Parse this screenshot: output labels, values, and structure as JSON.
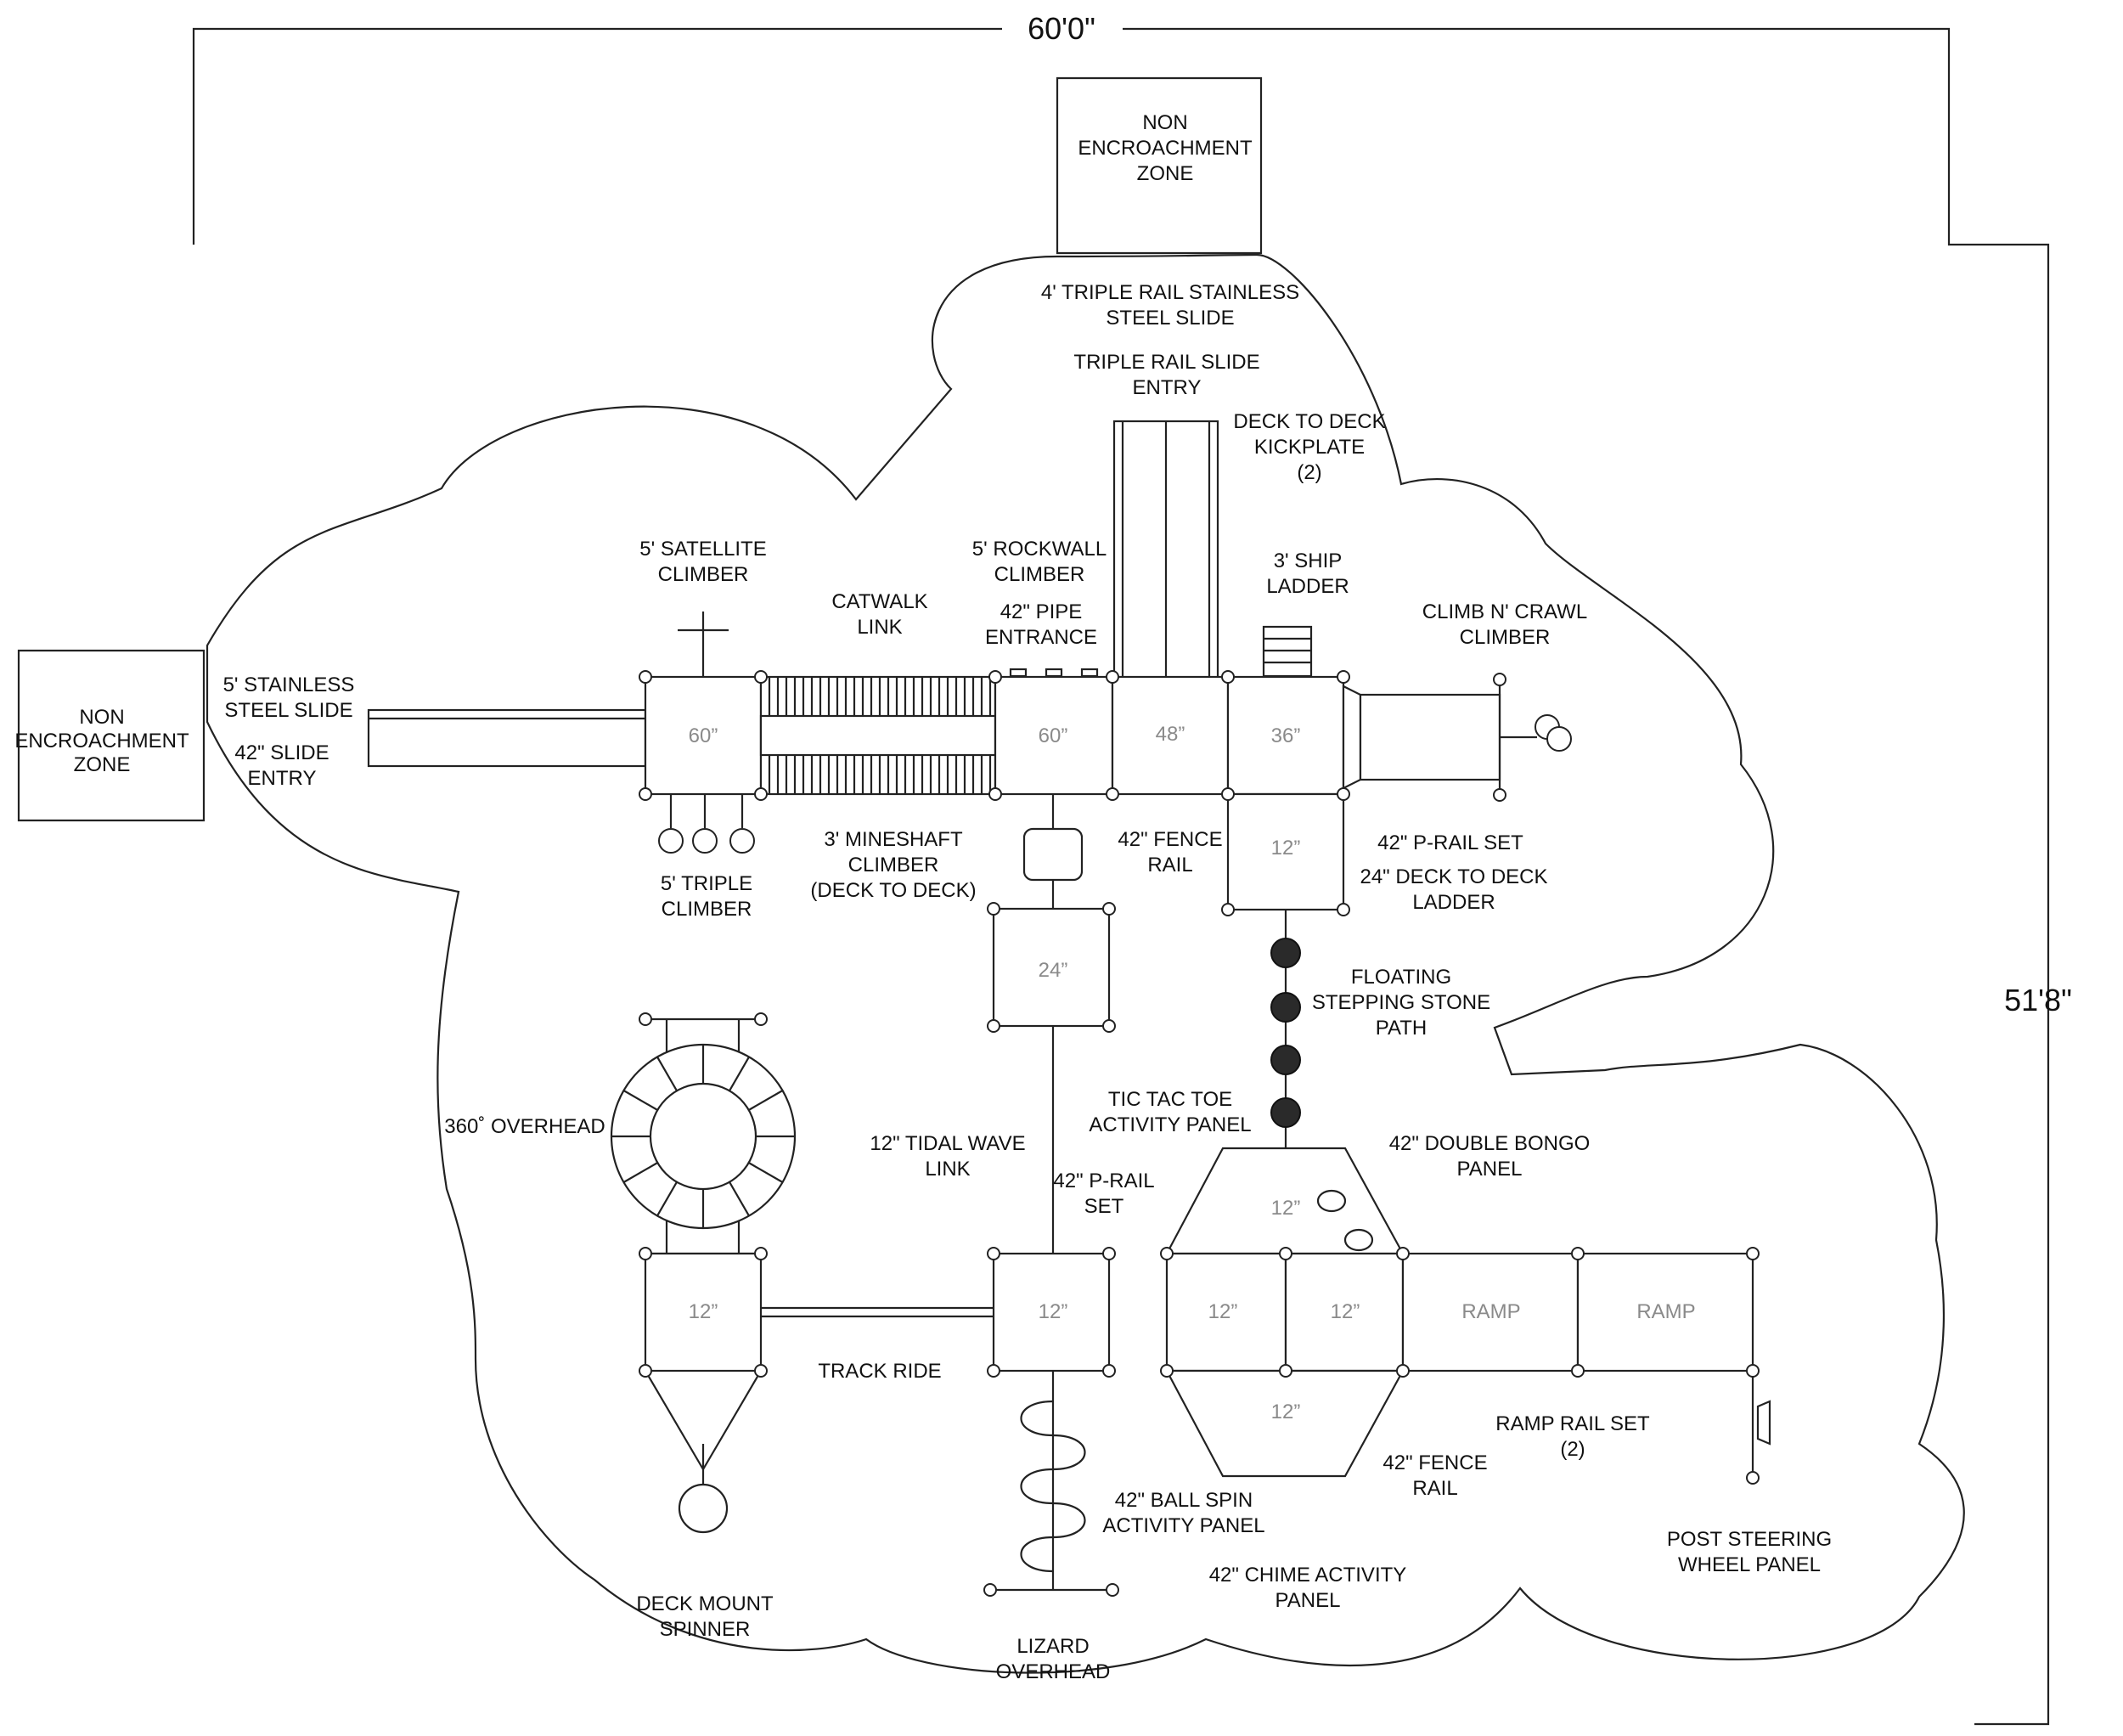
{
  "dimensions": {
    "width": "60'0\"",
    "height": "51'8\""
  },
  "zones": {
    "top": [
      "NON",
      "ENCROACHMENT",
      "ZONE"
    ],
    "left": [
      "NON",
      "ENCROACHMENT",
      "ZONE"
    ]
  },
  "labels": {
    "triple_rail_slide": [
      "4' TRIPLE RAIL STAINLESS",
      "STEEL SLIDE"
    ],
    "triple_rail_entry": [
      "TRIPLE RAIL SLIDE",
      "ENTRY"
    ],
    "deck_kickplate": [
      "DECK TO DECK",
      "KICKPLATE",
      "(2)"
    ],
    "satellite_climber": [
      "5' SATELLITE",
      "CLIMBER"
    ],
    "rockwall_climber": [
      "5' ROCKWALL",
      "CLIMBER"
    ],
    "ship_ladder": [
      "3' SHIP",
      "LADDER"
    ],
    "catwalk_link": [
      "CATWALK",
      "LINK"
    ],
    "pipe_entrance": [
      "42\" PIPE",
      "ENTRANCE"
    ],
    "climb_crawl": [
      "CLIMB N' CRAWL",
      "CLIMBER"
    ],
    "stainless_slide": [
      "5' STAINLESS",
      "STEEL SLIDE"
    ],
    "slide_entry": [
      "42\" SLIDE",
      "ENTRY"
    ],
    "mineshaft": [
      "3' MINESHAFT",
      "CLIMBER",
      "(DECK TO DECK)"
    ],
    "fence_rail_top": [
      "42\" FENCE",
      "RAIL"
    ],
    "p_rail_set_top": [
      "42\" P-RAIL SET"
    ],
    "deck_ladder": [
      "24\" DECK TO DECK",
      "LADDER"
    ],
    "triple_climber": [
      "5' TRIPLE",
      "CLIMBER"
    ],
    "stepping_stone": [
      "FLOATING",
      "STEPPING STONE",
      "PATH"
    ],
    "overhead_360": [
      "360˚ OVERHEAD"
    ],
    "tic_tac_toe": [
      "TIC TAC TOE",
      "ACTIVITY PANEL"
    ],
    "double_bongo": [
      "42\" DOUBLE BONGO",
      "PANEL"
    ],
    "tidal_wave": [
      "12\" TIDAL WAVE",
      "LINK"
    ],
    "p_rail_set_mid": [
      "42\" P-RAIL",
      "SET"
    ],
    "track_ride": [
      "TRACK RIDE"
    ],
    "ramp_rail_set": [
      "RAMP RAIL SET",
      "(2)"
    ],
    "fence_rail_bottom": [
      "42\" FENCE",
      "RAIL"
    ],
    "ball_spin": [
      "42\" BALL SPIN",
      "ACTIVITY PANEL"
    ],
    "post_steering": [
      "POST STEERING",
      "WHEEL PANEL"
    ],
    "chime_panel": [
      "42\" CHIME ACTIVITY",
      "PANEL"
    ],
    "deck_spinner": [
      "DECK MOUNT",
      "SPINNER"
    ],
    "lizard_overhead": [
      "LIZARD",
      "OVERHEAD"
    ]
  },
  "decks": {
    "d60a": "60”",
    "d60b": "60”",
    "d48": "48”",
    "d36": "36”",
    "d12_right": "12”",
    "d24": "24”",
    "d12_hex_top": "12”",
    "d12_left": "12”",
    "d12_mid": "12”",
    "d12_hex_a": "12”",
    "d12_hex_b": "12”",
    "ramp_a": "RAMP",
    "ramp_b": "RAMP",
    "d12_hex_bottom": "12”"
  }
}
